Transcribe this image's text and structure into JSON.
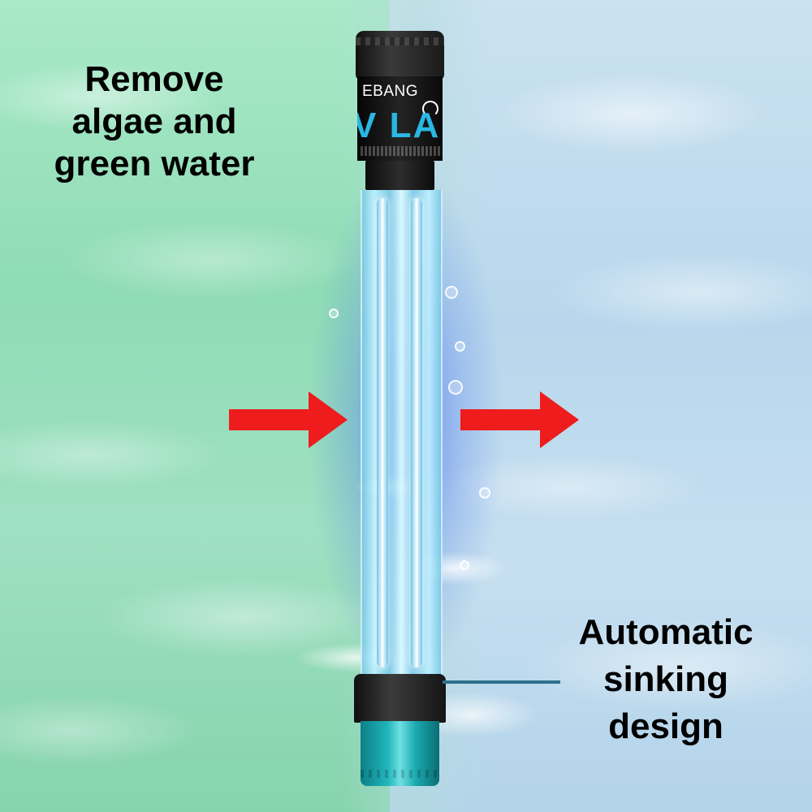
{
  "headline": {
    "line1": "Remove",
    "line2": "algae and",
    "line3": "green water"
  },
  "product": {
    "brand": "EBANG",
    "label": "V LAM"
  },
  "callout": {
    "line1": "Automatic",
    "line2": "sinking",
    "line3": "design"
  },
  "colors": {
    "green_water": "#9fe0c2",
    "clear_water": "#c0dcee",
    "uv_glow": "#2850ff",
    "arrow": "#ee1c1c",
    "base_teal": "#1fb3b9"
  },
  "icons": {
    "inflow": "arrow-right-icon",
    "outflow": "arrow-right-icon"
  }
}
